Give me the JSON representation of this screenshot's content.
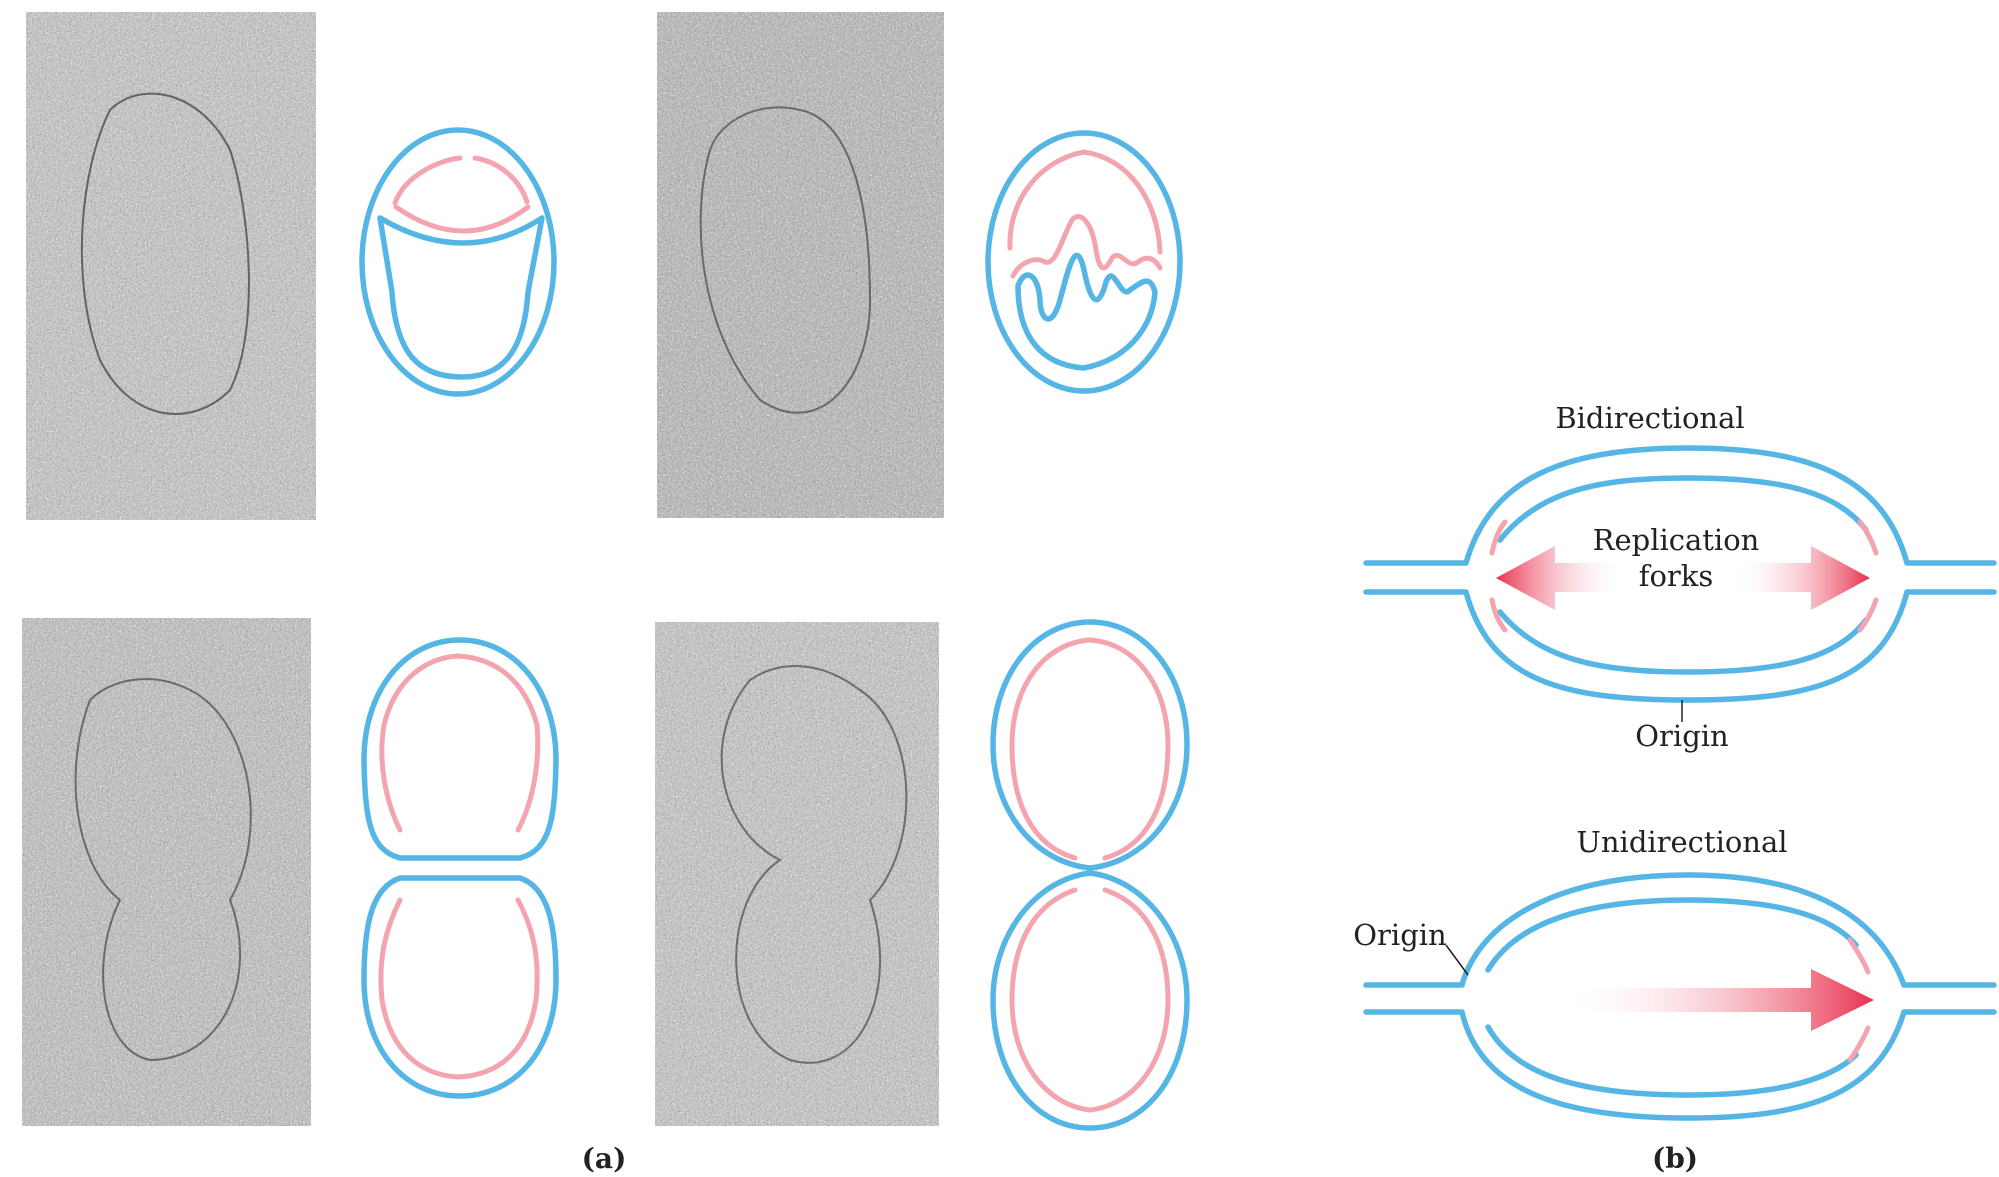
{
  "panels": {
    "a": {
      "label": "(a)",
      "micrograph_count": 4
    },
    "b": {
      "label": "(b)",
      "bidirectional": {
        "title": "Bidirectional",
        "forks_line1": "Replication",
        "forks_line2": "forks",
        "origin": "Origin"
      },
      "unidirectional": {
        "title": "Unidirectional",
        "origin": "Origin"
      }
    }
  },
  "colors": {
    "parental_strand": "#55b6e5",
    "new_strand": "#f3a4ae",
    "arrow": "#e8304e"
  }
}
